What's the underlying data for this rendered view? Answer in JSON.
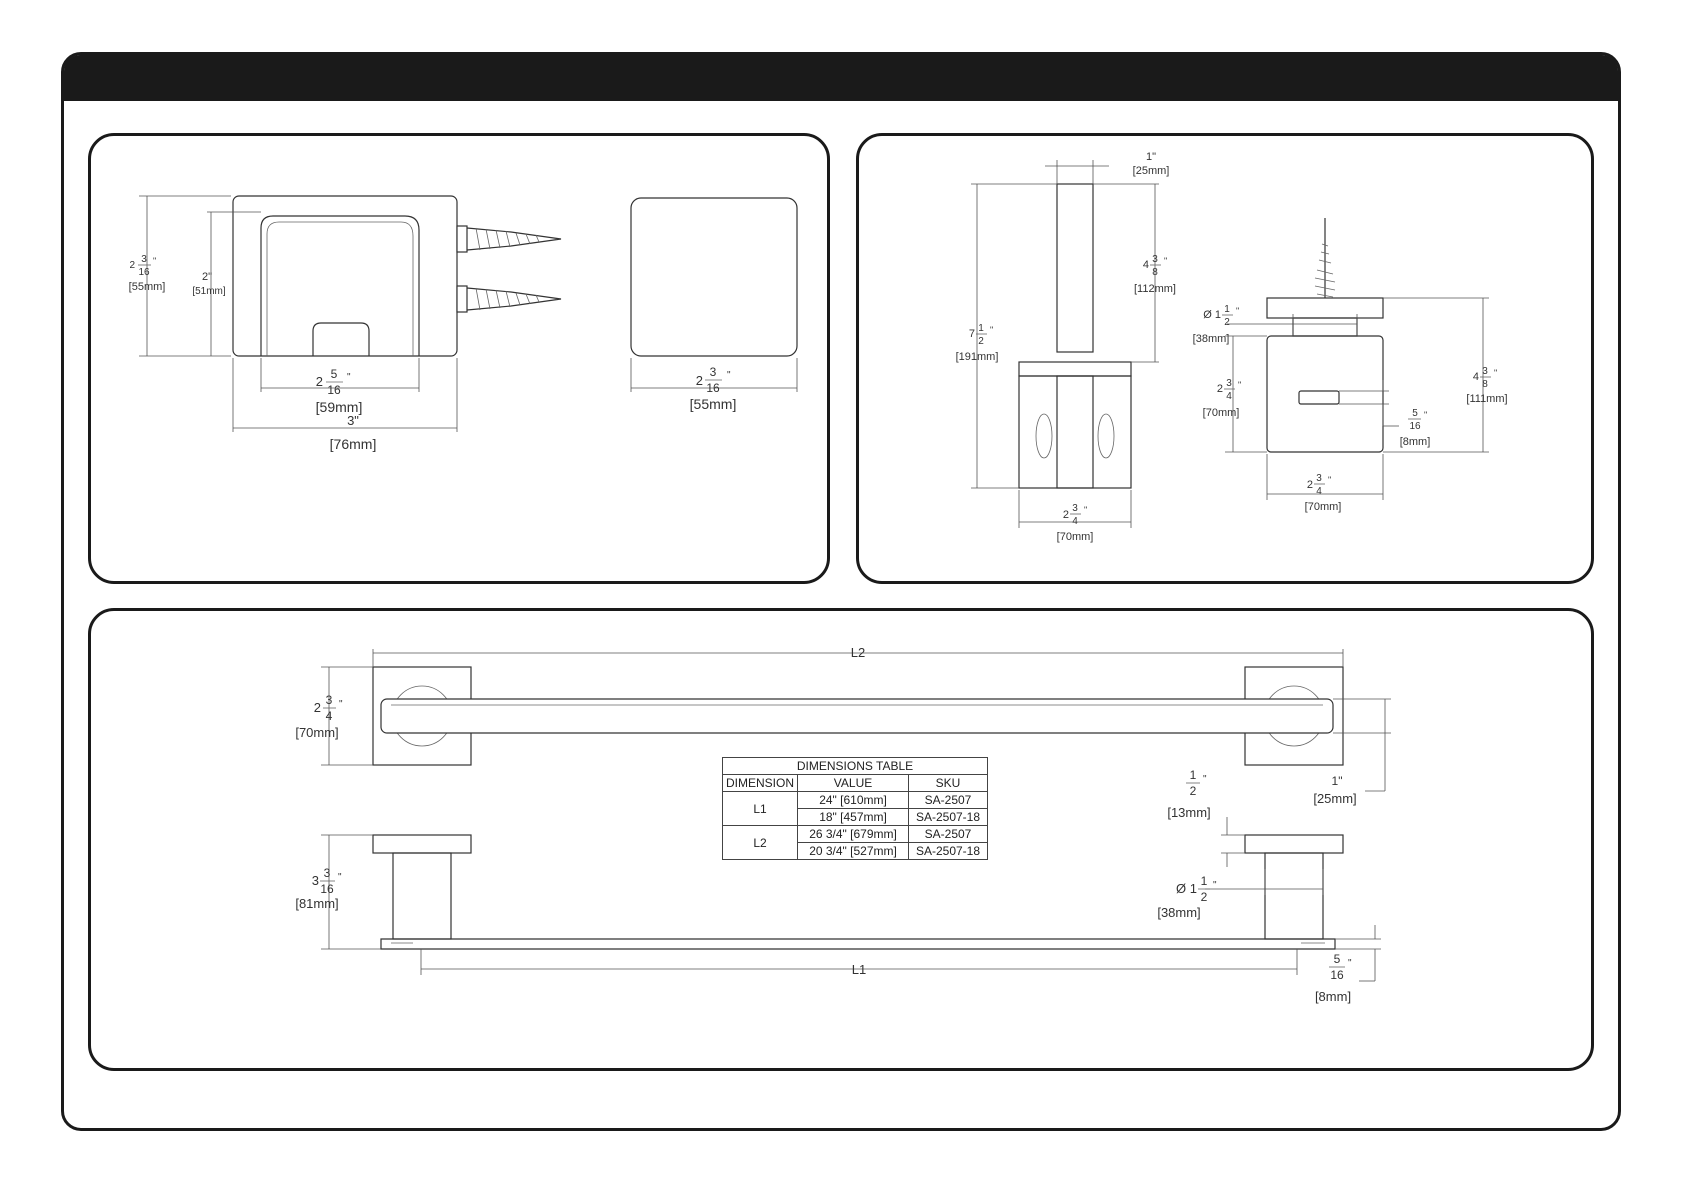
{
  "panel_side": {
    "height_outer": {
      "whole": "2",
      "num": "3",
      "den": "16",
      "unit": "\"",
      "mm": "[55mm]"
    },
    "height_inner": {
      "text": "2\"",
      "mm": "[51mm]"
    },
    "inner_width": {
      "whole": "2",
      "num": "5",
      "den": "16",
      "unit": "\"",
      "mm": "[59mm]"
    },
    "outer_width": {
      "text": "3\"",
      "mm": "[76mm]"
    },
    "face_width": {
      "whole": "2",
      "num": "3",
      "den": "16",
      "unit": "\"",
      "mm": "[55mm]"
    }
  },
  "panel_post": {
    "post_width": {
      "text": "1\"",
      "mm": "[25mm]"
    },
    "upper_height": {
      "whole": "4",
      "num": "3",
      "den": "8",
      "unit": "\"",
      "mm": "[112mm]"
    },
    "total_height": {
      "whole": "7",
      "num": "1",
      "den": "2",
      "unit": "\"",
      "mm": "[191mm]"
    },
    "flange_width_a": {
      "whole": "2",
      "num": "3",
      "den": "4",
      "unit": "\"",
      "mm": "[70mm]"
    },
    "stem_dia": {
      "prefix": "Ø 1",
      "num": "1",
      "den": "2",
      "unit": "\"",
      "mm": "[38mm]"
    },
    "flange_height": {
      "whole": "2",
      "num": "3",
      "den": "4",
      "unit": "\"",
      "mm": "[70mm]"
    },
    "side_height": {
      "whole": "4",
      "num": "3",
      "den": "8",
      "unit": "\"",
      "mm": "[111mm]"
    },
    "slot": {
      "whole": "",
      "num": "5",
      "den": "16",
      "unit": "\"",
      "mm": "[8mm]"
    },
    "flange_width_b": {
      "whole": "2",
      "num": "3",
      "den": "4",
      "unit": "\"",
      "mm": "[70mm]"
    }
  },
  "panel_bar": {
    "l2_label": "L2",
    "l1_label": "L1",
    "flange_size": {
      "whole": "2",
      "num": "3",
      "den": "4",
      "unit": "\"",
      "mm": "[70mm]"
    },
    "bar_width": {
      "text": "1\"",
      "mm": "[25mm]"
    },
    "offset": {
      "whole": "",
      "num": "1",
      "den": "2",
      "unit": "\"",
      "mm": "[13mm]"
    },
    "projection": {
      "whole": "3",
      "num": "3",
      "den": "16",
      "unit": "\"",
      "mm": "[81mm]"
    },
    "post_dia": {
      "prefix": "Ø 1",
      "num": "1",
      "den": "2",
      "unit": "\"",
      "mm": "[38mm]"
    },
    "bar_thickness": {
      "whole": "",
      "num": "5",
      "den": "16",
      "unit": "\"",
      "mm": "[8mm]"
    }
  },
  "dimensions_table": {
    "title": "DIMENSIONS TABLE",
    "headers": [
      "DIMENSION",
      "VALUE",
      "SKU"
    ],
    "groups": [
      {
        "dimension": "L1",
        "rows": [
          [
            "24\" [610mm]",
            "SA-2507"
          ],
          [
            "18\" [457mm]",
            "SA-2507-18"
          ]
        ]
      },
      {
        "dimension": "L2",
        "rows": [
          [
            "26 3/4\" [679mm]",
            "SA-2507"
          ],
          [
            "20 3/4\" [527mm]",
            "SA-2507-18"
          ]
        ]
      }
    ]
  }
}
